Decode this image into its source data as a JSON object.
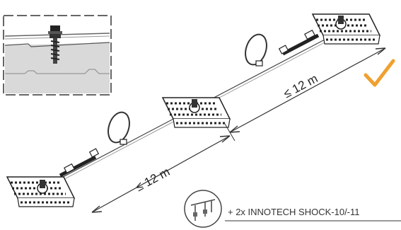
{
  "diagram": {
    "dimension_upper": "≤ 12 m",
    "dimension_lower": "≤ 12 m",
    "legend_text": "+ 2x INNOTECH SHOCK-10/-11",
    "colors": {
      "line": "#333333",
      "check": "#f0a030",
      "roof_fill": "#d9d9d9"
    },
    "icons": [
      "fastener-detail",
      "anchor-plate",
      "shock-absorber-ring",
      "check-mark",
      "shock-absorber-icon"
    ]
  }
}
